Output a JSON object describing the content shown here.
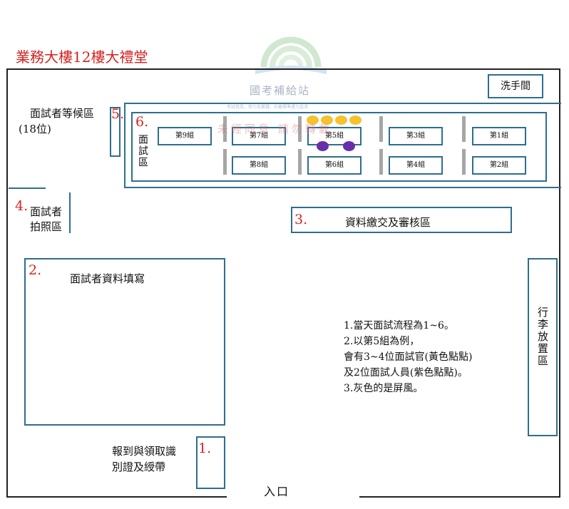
{
  "title": "業務大樓12樓大禮堂",
  "watermark": {
    "name": "國考補給站",
    "slogan": "考試資訊，努力去實踐，向著標準邁力追求",
    "notice": "未經同意 請勿轉載"
  },
  "colors": {
    "border": "#2e6e8e",
    "title": "#d22222",
    "screen": "#a6a6a6",
    "examiner_dot": "#f5c230",
    "interviewer_dot": "#6a2fa8"
  },
  "restroom": "洗手間",
  "areas": {
    "a1": {
      "num": "1.",
      "label_line1": "報到與領取識",
      "label_line2": "別證及綬帶"
    },
    "a2": {
      "num": "2.",
      "label": "面試者資料填寫"
    },
    "a3": {
      "num": "3.",
      "label": "資料繳交及審核區"
    },
    "a4": {
      "num": "4.",
      "label_line1": "面試者",
      "label_line2": "拍照區"
    },
    "a5": {
      "num": "5.",
      "label_line1": "面試者等候區",
      "label_line2": "(18位)"
    },
    "a6": {
      "num": "6.",
      "label": "面試區"
    }
  },
  "groups": [
    "第9組",
    "第7組",
    "第5組",
    "第3組",
    "第1組",
    "第8組",
    "第6組",
    "第4組",
    "第2組"
  ],
  "luggage": "行李放置區",
  "entrance": "入口",
  "notes": [
    "1.當天面試流程為1~6。",
    "2.以第5組為例，",
    "會有3~4位面試官(黃色點點)",
    "及2位面試人員(紫色點點)。",
    "3.灰色的是屏風。"
  ]
}
